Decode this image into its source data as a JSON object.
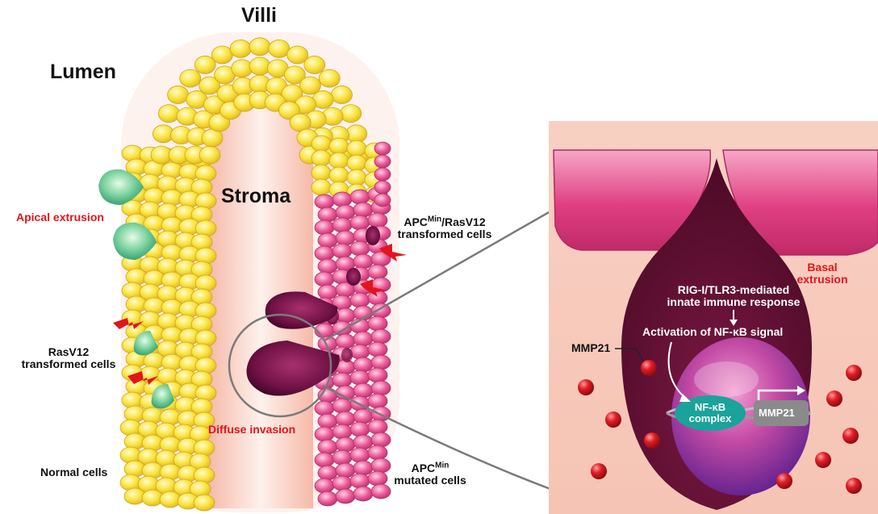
{
  "labels": {
    "villi": "Villi",
    "lumen": "Lumen",
    "stroma": "Stroma",
    "apical_extrusion": "Apical extrusion",
    "rasv12_line1": "RasV12",
    "rasv12_line2": "transformed cells",
    "normal_cells": "Normal cells",
    "diffuse_invasion": "Diffuse invasion",
    "apc_rasv12_pre": "APC",
    "apc_rasv12_sup": "Min",
    "apc_rasv12_post": "/RasV12",
    "apc_rasv12_line2": "transformed cells",
    "apcmin_pre": "APC",
    "apcmin_sup": "Min",
    "apcmin_line2": "mutated cells",
    "basal_line1": "Basal",
    "basal_line2": "extrusion",
    "rig_line1": "RIG-I/TLR3-mediated",
    "rig_line2": "innate immune response",
    "nfkb_activation": "Activation of NF-κB signal",
    "mmp21_label": "MMP21",
    "nfkb_complex_line1": "NF-κB",
    "nfkb_complex_line2": "complex",
    "mmp21_gene": "MMP21"
  },
  "colors": {
    "normal_cell_yellow": "#f7e33a",
    "transformed_cell_pink": "#e8508e",
    "invading_cell_dark": "#6a0f3c",
    "apical_extruded_green": "#5cc58f",
    "stroma_peach": "#f7c9b8",
    "mmp21_red": "#d9161c",
    "nfkb_teal": "#1aa39a",
    "label_red": "#e3141c"
  },
  "icons": [
    "lightning-bolt-icon",
    "arrow-down-icon",
    "transcription-arrow-icon"
  ]
}
